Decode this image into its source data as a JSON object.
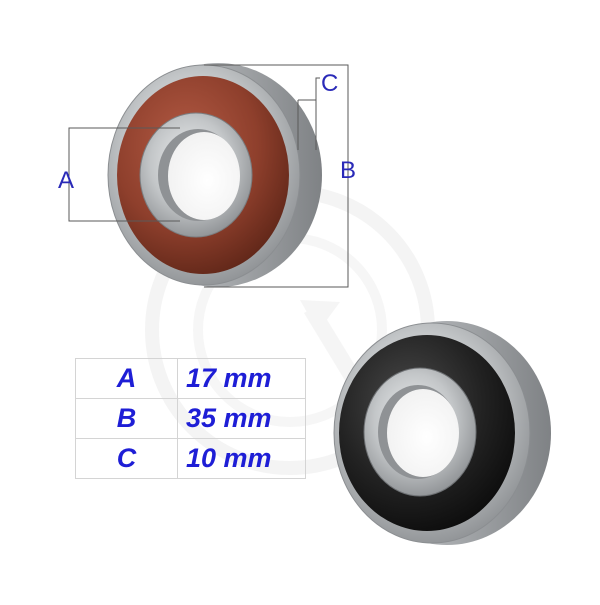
{
  "dimension_labels": {
    "a": "A",
    "b": "B",
    "c": "C"
  },
  "spec_table": {
    "rows": [
      {
        "key": "A",
        "value": "17 mm"
      },
      {
        "key": "B",
        "value": "35 mm"
      },
      {
        "key": "C",
        "value": "10 mm"
      }
    ]
  },
  "colors": {
    "label_blue": "#2a2ab8",
    "table_text_blue": "#1e1ed6",
    "seal_red": "#8e3f2c",
    "seal_black": "#1e1e1e",
    "steel": "#b9bcbe"
  },
  "icons": {
    "watermark": "watermark-logo-icon",
    "bearing_red_seal": "ball-bearing-red-seal-icon",
    "bearing_black_seal": "ball-bearing-black-seal-icon"
  }
}
